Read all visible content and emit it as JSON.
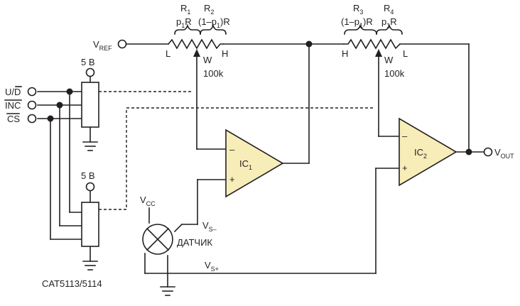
{
  "r1": {
    "name": "R",
    "sub": "1",
    "value_pre": "p",
    "value_sub": "1",
    "value_post": "R"
  },
  "r2": {
    "name": "R",
    "sub": "2",
    "value": "(1–p",
    "value_sub": "1",
    "value_post": ")R"
  },
  "r3": {
    "name": "R",
    "sub": "3",
    "value": "(1–p",
    "value_sub": "1",
    "value_post": ")R"
  },
  "r4": {
    "name": "R",
    "sub": "4",
    "value_pre": "p",
    "value_sub": "1",
    "value_post": "R"
  },
  "pot1": {
    "left_end": "L",
    "wiper": "W",
    "right_end": "H",
    "value": "100k"
  },
  "pot2": {
    "left_end": "H",
    "wiper": "W",
    "right_end": "L",
    "value": "100k"
  },
  "vref": {
    "main": "V",
    "sub": "REF"
  },
  "vout": {
    "main": "V",
    "sub": "OUT"
  },
  "vcc": {
    "main": "V",
    "sub": "CC"
  },
  "vs_minus": {
    "main": "V",
    "sub": "S–"
  },
  "vs_plus": {
    "main": "V",
    "sub": "S+"
  },
  "ic1": {
    "main": "IC",
    "sub": "1",
    "inv": "–",
    "noninv": "+"
  },
  "ic2": {
    "main": "IC",
    "sub": "2",
    "inv": "–",
    "noninv": "+"
  },
  "supply_top": "5 В",
  "supply_bottom": "5 В",
  "pins": {
    "ud": "U/D",
    "inc": "INC",
    "cs": "CS"
  },
  "sensor_label": "ДАТЧИК",
  "chip_label": "CAT5113/5114",
  "colors": {
    "line": "#231f20",
    "opamp_fill": "#f7edb8"
  }
}
